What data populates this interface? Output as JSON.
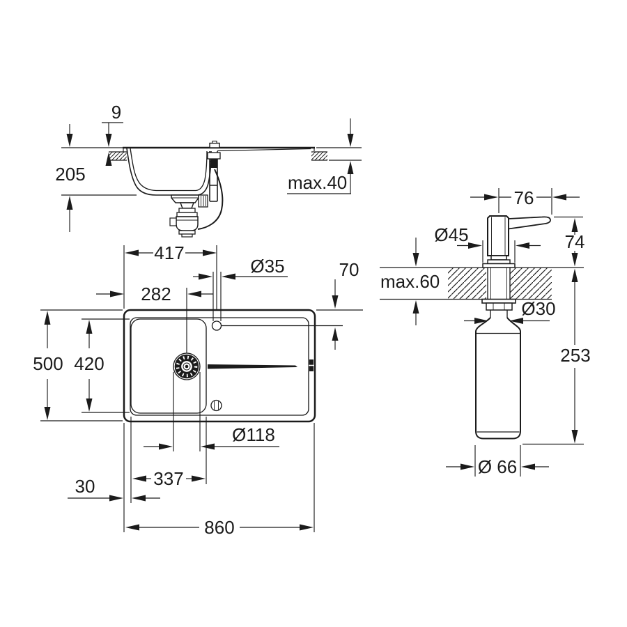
{
  "document": {
    "type": "installation dimension drawing",
    "subject": "kitchen sink with drainer board and soap dispenser",
    "background_color": "#ffffff",
    "line_color": "#1b1b1b"
  },
  "side_view": {
    "label": "sink cross-section",
    "rim_height": "9",
    "bowl_depth": "205",
    "max_counter_thickness": "max.40"
  },
  "top_view": {
    "label": "sink plan view",
    "faucet_center_from_left": "417",
    "faucet_hole_diameter": "Ø35",
    "drain_center_from_left": "282",
    "faucet_center_from_top_edge": "70",
    "overall_depth": "500",
    "bowl_inner_depth": "420",
    "drain_recess_diameter": "Ø118",
    "bowl_inner_width": "337",
    "left_rim_width": "30",
    "overall_width": "860"
  },
  "dispenser_view": {
    "label": "soap dispenser elevation",
    "spout_reach": "76",
    "flange_diameter": "Ø45",
    "height_above_counter": "74",
    "max_counter_thickness": "max.60",
    "shank_diameter": "Ø30",
    "below_counter_length": "253",
    "bottle_diameter": "Ø 66"
  }
}
